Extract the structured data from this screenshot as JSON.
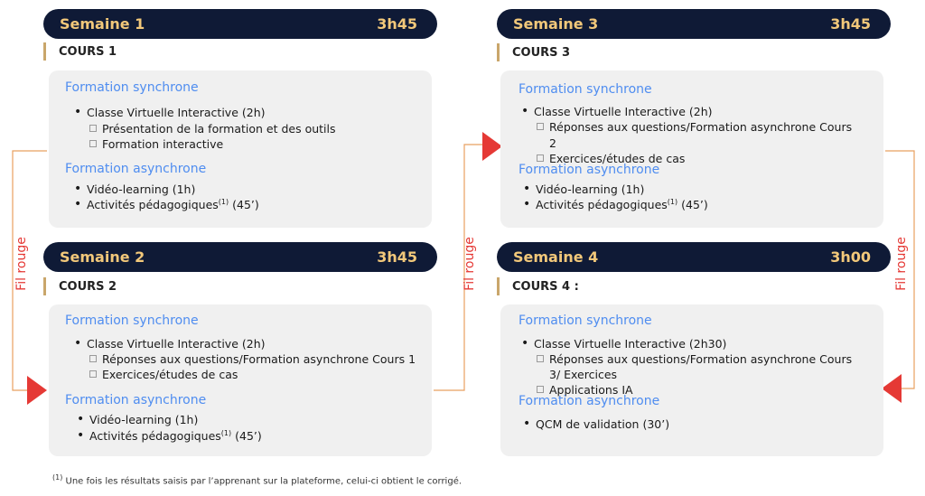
{
  "weeks": [
    {
      "title": "Semaine 1",
      "duration": "3h45",
      "course": "COURS 1",
      "sync_title": "Formation synchrone",
      "sync_main": "Classe Virtuelle Interactive (2h)",
      "sync_subs": [
        "Présentation de la formation et des outils",
        "Formation interactive"
      ],
      "async_title": "Formation asynchrone",
      "async_items": [
        "Vidéo-learning (1h)",
        "Activités pédagogiques"
      ],
      "async_sup": "(1)",
      "async_suffix": " (45’)"
    },
    {
      "title": "Semaine 2",
      "duration": "3h45",
      "course": "COURS 2",
      "sync_title": "Formation synchrone",
      "sync_main": "Classe Virtuelle Interactive (2h)",
      "sync_subs": [
        "Réponses aux questions/Formation asynchrone Cours 1",
        "Exercices/études de cas"
      ],
      "async_title": "Formation asynchrone",
      "async_items": [
        "Vidéo-learning (1h)",
        "Activités pédagogiques"
      ],
      "async_sup": "(1)",
      "async_suffix": " (45’)"
    },
    {
      "title": "Semaine 3",
      "duration": "3h45",
      "course": "COURS 3",
      "sync_title": "Formation synchrone",
      "sync_main": "Classe Virtuelle Interactive (2h)",
      "sync_subs": [
        "Réponses aux questions/Formation asynchrone Cours",
        "2",
        "Exercices/études de cas"
      ],
      "async_title": "Formation asynchrone",
      "async_items": [
        "Vidéo-learning (1h)",
        "Activités pédagogiques"
      ],
      "async_sup": "(1)",
      "async_suffix": " (45’)"
    },
    {
      "title": "Semaine 4",
      "duration": "3h00",
      "course": "COURS 4 :",
      "sync_title": "Formation synchrone",
      "sync_main": "Classe Virtuelle Interactive (2h30)",
      "sync_subs": [
        "Réponses aux questions/Formation asynchrone Cours",
        "3/ Exercices",
        "Applications IA"
      ],
      "async_title": "Formation asynchrone",
      "async_items": [
        "QCM de validation (30’)"
      ]
    }
  ],
  "connector_label": "Fil rouge",
  "footnote_mark": "(1)",
  "footnote_text": " Une fois les résultats saisis par l’apprenant sur la plateforme, celui-ci obtient le corrigé.",
  "colors": {
    "header_bg": "#0f1a36",
    "header_text": "#f2c87a",
    "accent_blue": "#4f8df0",
    "arrow_red": "#e53935",
    "connector_line": "#e8a060"
  }
}
